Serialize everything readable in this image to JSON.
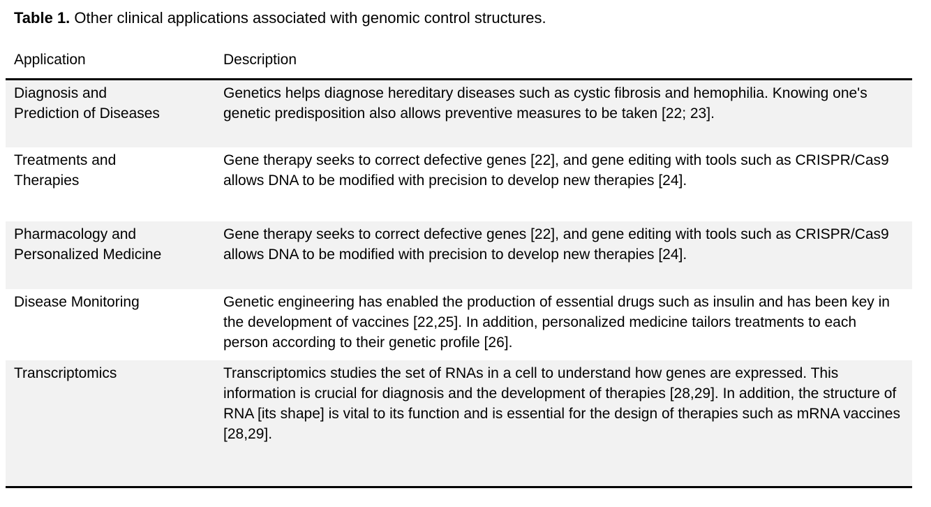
{
  "caption": {
    "label": "Table 1.",
    "text": "Other clinical applications associated with genomic control structures."
  },
  "table": {
    "columns": [
      "Application",
      "Description"
    ],
    "rows": [
      {
        "application": "Diagnosis and Prediction of Diseases",
        "description": "Genetics helps diagnose hereditary diseases such as cystic fibrosis and hemophilia. Knowing one's genetic predisposition also allows preventive measures to be taken [22; 23]."
      },
      {
        "application": "Treatments and Therapies",
        "description": "Gene therapy seeks to correct defective genes [22], and gene editing with tools such as CRISPR/Cas9 allows DNA to be modified with precision to develop new therapies [24]."
      },
      {
        "application": "Pharmacology and Personalized Medicine",
        "description": "Gene therapy seeks to correct defective genes [22], and gene editing with tools such as CRISPR/Cas9 allows DNA to be modified with precision to develop new therapies [24]."
      },
      {
        "application": "Disease Monitoring",
        "description": "Genetic engineering has enabled the production of essential drugs such as insulin and has been key in the development of vaccines [22,25]. In addition, personalized medicine tailors treatments to each person according to their genetic profile [26]."
      },
      {
        "application": "Transcriptomics",
        "description": "Transcriptomics studies the set of RNAs in a cell to understand how genes are expressed. This information is crucial for diagnosis and the development of therapies [28,29]. In addition, the structure of RNA [its shape] is vital to its function and is essential for the design of therapies such as mRNA vaccines [28,29]."
      }
    ]
  },
  "colors": {
    "row_shade": "#f2f2f2",
    "rule": "#000000",
    "text": "#000000",
    "background": "#ffffff"
  }
}
